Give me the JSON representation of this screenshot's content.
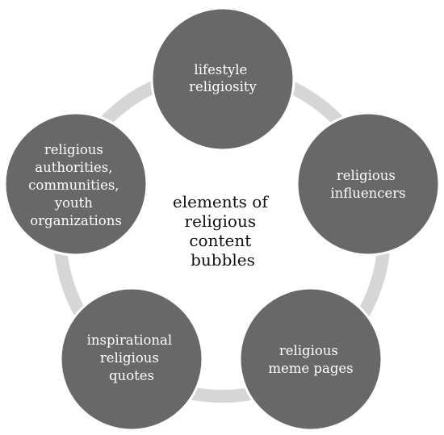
{
  "diagram": {
    "center": {
      "lines": [
        "elements of",
        "religious",
        "content",
        "bubbles"
      ]
    },
    "nodes": [
      {
        "lines": [
          "lifestyle",
          "religiosity"
        ]
      },
      {
        "lines": [
          "religious",
          "influencers"
        ]
      },
      {
        "lines": [
          "religious",
          "meme pages"
        ]
      },
      {
        "lines": [
          "inspirational",
          "religious",
          "quotes"
        ]
      },
      {
        "lines": [
          "religious",
          "authorities,",
          "communities,",
          "youth",
          "organizations"
        ]
      }
    ],
    "colors": {
      "node_fill": "#686868",
      "node_stroke": "#ffffff",
      "connector": "#d6d6d6",
      "node_text": "#ffffff",
      "center_text": "#111111"
    }
  }
}
